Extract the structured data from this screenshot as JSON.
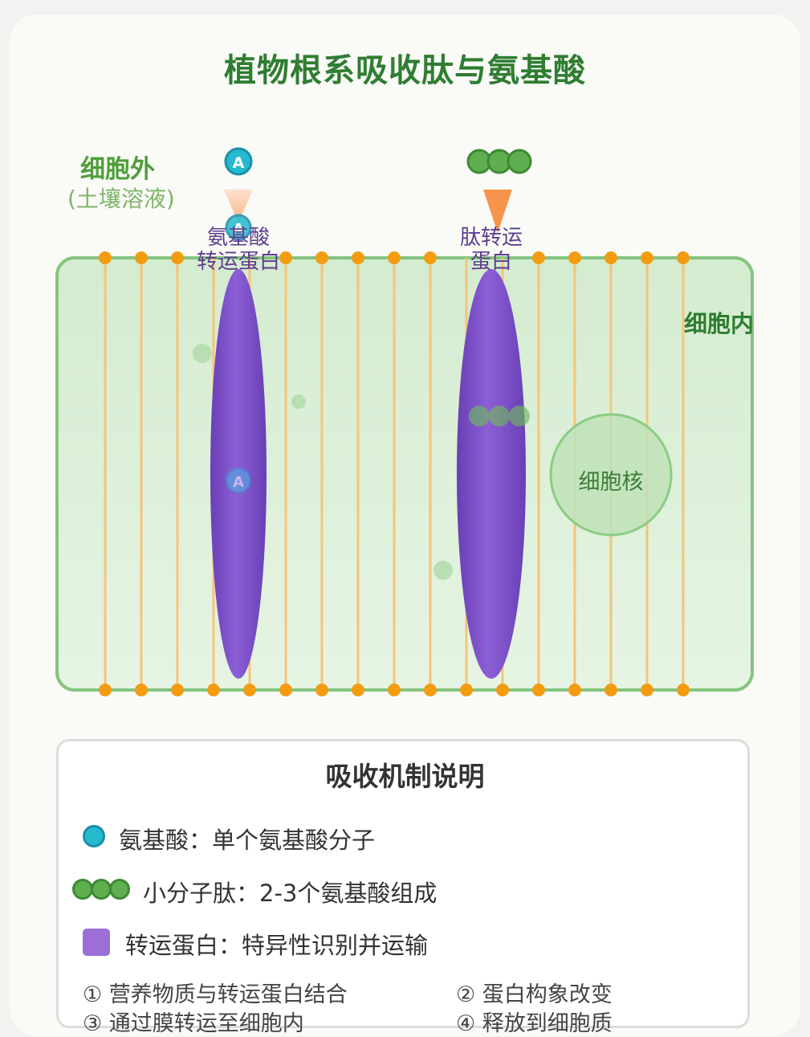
{
  "title": "植物根系吸收肽与氨基酸",
  "regions": {
    "outside_title": "细胞外",
    "outside_subtitle": "(土壤溶液)",
    "inside": "细胞内",
    "nucleus": "细胞核"
  },
  "molecule_letter": "A",
  "transporters": {
    "amino_acid_line1": "氨基酸",
    "amino_acid_line2": "转运蛋白",
    "peptide_line1": "肽转运",
    "peptide_line2": "蛋白"
  },
  "legend": {
    "title": "吸收机制说明",
    "items": [
      {
        "text": "氨基酸：单个氨基酸分子",
        "icon": "cyan-circle"
      },
      {
        "text": "小分子肽：2-3个氨基酸组成",
        "icon": "three-green-circles"
      },
      {
        "text": "转运蛋白：特异性识别并运输",
        "icon": "purple-square"
      }
    ],
    "steps": [
      "① 营养物质与转运蛋白结合",
      "② 蛋白构象改变",
      "③ 通过膜转运至细胞内",
      "④ 释放到细胞质"
    ]
  },
  "colors": {
    "title": "#2f7d32",
    "membrane_head": "#f39c12",
    "membrane_tail": "#f5c97a",
    "cell_fill": "#dcefd8",
    "cell_border": "#7cc277",
    "transporter": "#7e4fc2",
    "amino_acid": "#26b9cf",
    "peptide": "#5fae4f",
    "arrow": "#f5a060"
  }
}
